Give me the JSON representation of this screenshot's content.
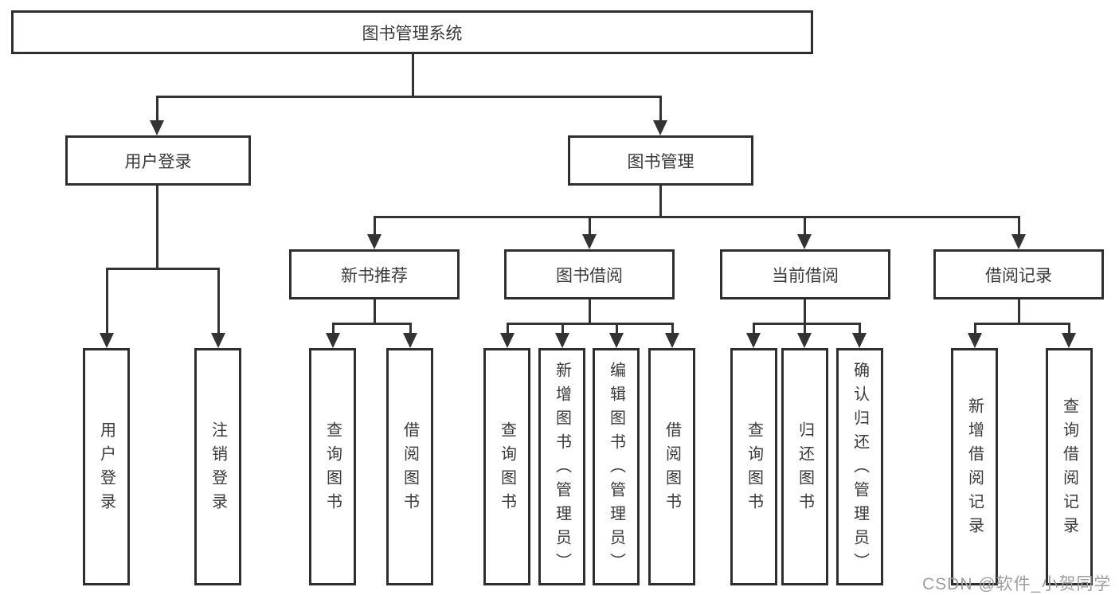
{
  "diagram_type": "hierarchy-tree",
  "watermark": "CSDN @软件_小贺同学",
  "colors": {
    "line": "#333333",
    "border": "#2e2e2e",
    "text": "#3a3a3a",
    "watermark": "#9e9e9e",
    "background": "#ffffff"
  },
  "tree": {
    "root": {
      "label": "图书管理系统",
      "children": [
        {
          "label": "用户登录",
          "children": [
            {
              "label": "用户登录"
            },
            {
              "label": "注销登录"
            }
          ]
        },
        {
          "label": "图书管理",
          "children": [
            {
              "label": "新书推荐",
              "children": [
                {
                  "label": "查询图书"
                },
                {
                  "label": "借阅图书"
                }
              ]
            },
            {
              "label": "图书借阅",
              "children": [
                {
                  "label": "查询图书"
                },
                {
                  "label": "新增图书（管理员）"
                },
                {
                  "label": "编辑图书（管理员）"
                },
                {
                  "label": "借阅图书"
                }
              ]
            },
            {
              "label": "当前借阅",
              "children": [
                {
                  "label": "查询图书"
                },
                {
                  "label": "归还图书"
                },
                {
                  "label": "确认归还（管理员）"
                }
              ]
            },
            {
              "label": "借阅记录",
              "children": [
                {
                  "label": "新增借阅记录"
                },
                {
                  "label": "查询借阅记录"
                }
              ]
            }
          ]
        }
      ]
    }
  }
}
